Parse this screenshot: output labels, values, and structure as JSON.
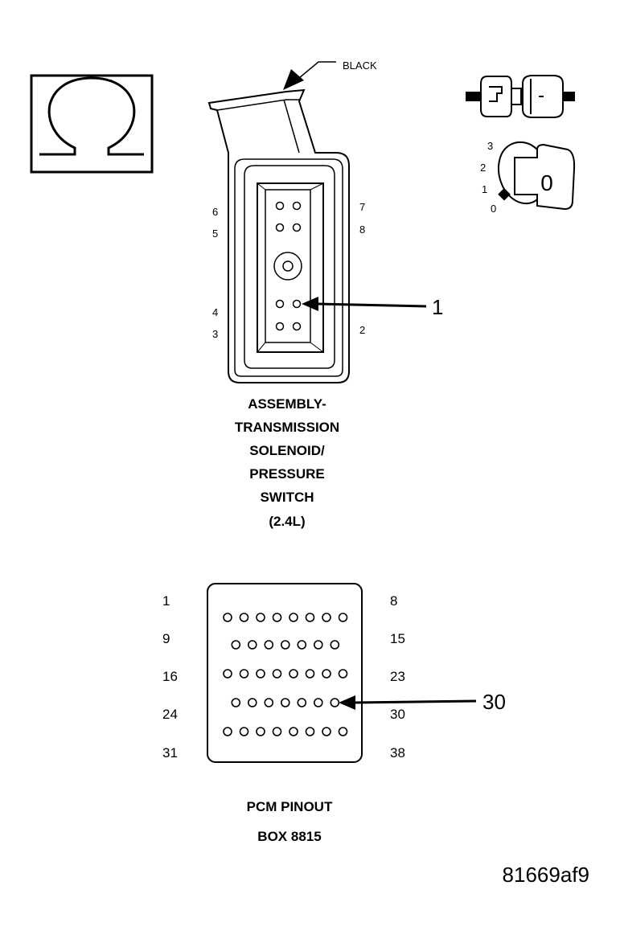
{
  "ohm_symbol": "Ω",
  "connector": {
    "color_label": "BLACK",
    "left_pins_top": [
      "6",
      "5"
    ],
    "right_pins_top": [
      "7",
      "8"
    ],
    "left_pins_bottom": [
      "4",
      "3"
    ],
    "right_pins_bottom": [
      "2"
    ],
    "callout": "1",
    "caption_lines": [
      "ASSEMBLY-",
      "TRANSMISSION",
      "SOLENOID/",
      "PRESSURE",
      "SWITCH",
      "(2.4L)"
    ]
  },
  "ignition_switch": {
    "positions": [
      "3",
      "2",
      "1",
      "0"
    ],
    "key_label": "0"
  },
  "pcm": {
    "left_labels": [
      "1",
      "9",
      "16",
      "24",
      "31"
    ],
    "right_labels": [
      "8",
      "15",
      "23",
      "30",
      "38"
    ],
    "row_pin_counts": [
      8,
      7,
      8,
      7,
      8
    ],
    "callout": "30",
    "caption_lines": [
      "PCM PINOUT",
      "BOX 8815"
    ]
  },
  "figure_id": "81669af9"
}
